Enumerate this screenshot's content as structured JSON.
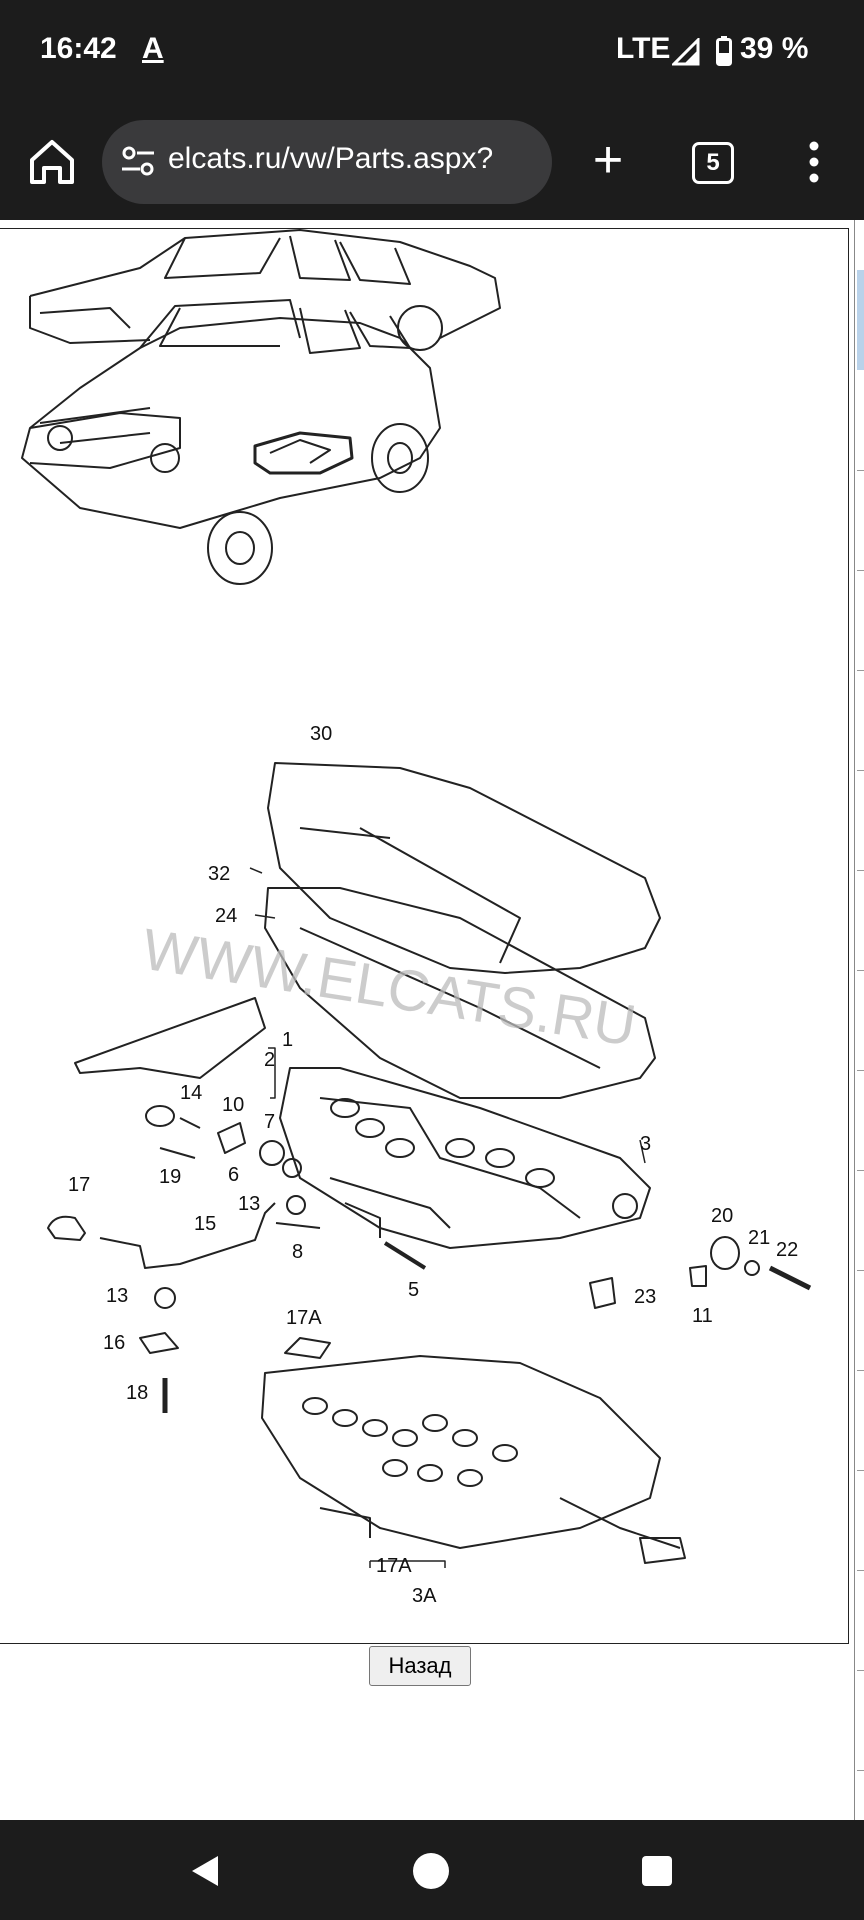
{
  "status_bar": {
    "time": "16:42",
    "notification_icon": "A",
    "network": "LTE",
    "battery": "39 %"
  },
  "browser": {
    "url": "elcats.ru/vw/Parts.aspx?",
    "tab_count": "5"
  },
  "diagram": {
    "watermark": "WWW.ELCATS.RU",
    "part_labels": [
      "30",
      "32",
      "24",
      "1",
      "2",
      "14",
      "10",
      "7",
      "19",
      "6",
      "17",
      "13",
      "15",
      "8",
      "5",
      "3",
      "20",
      "21",
      "22",
      "13",
      "23",
      "11",
      "16",
      "18",
      "17A",
      "17A",
      "3A"
    ]
  },
  "page": {
    "back_button_label": "Назад"
  },
  "icons": {
    "home": "home-icon",
    "site_settings": "tune-icon",
    "new_tab": "plus-icon",
    "tabs": "tab-switcher-icon",
    "menu": "more-vert-icon",
    "nav_back": "triangle-back-icon",
    "nav_home": "circle-home-icon",
    "nav_recents": "square-recents-icon"
  }
}
